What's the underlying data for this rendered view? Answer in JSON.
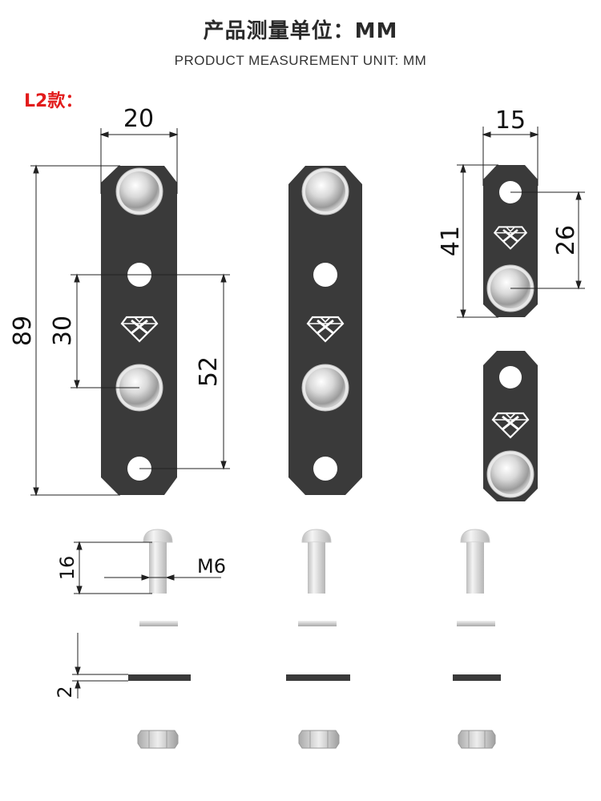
{
  "header": {
    "title_cn": "产品测量单位：MM",
    "title_en": "PRODUCT MEASUREMENT UNIT: MM"
  },
  "variant_label": "L2款：",
  "dimensions": {
    "width_long": "20",
    "length_long": "89",
    "hole_spacing_short": "30",
    "hole_spacing_long": "52",
    "width_short": "15",
    "length_short": "41",
    "hole_spacing_small": "26",
    "bolt_length": "16",
    "bolt_size": "M6",
    "plate_thickness": "2"
  },
  "colors": {
    "plate": "#3a3a3a",
    "bolt": "#e6e6e6",
    "line": "#222222"
  }
}
